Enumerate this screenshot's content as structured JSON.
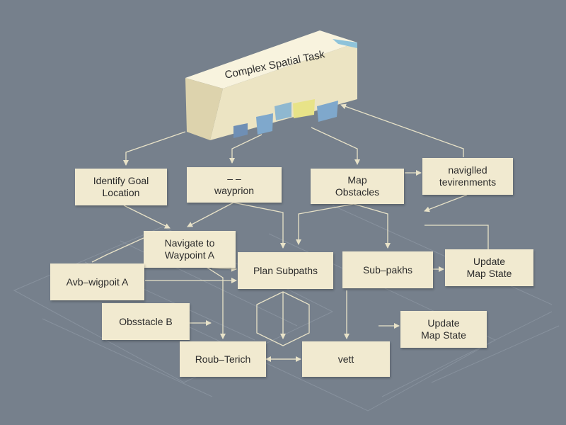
{
  "title": "Complex Spatial Task",
  "colors": {
    "background": "#76808c",
    "node": "#f1ead0",
    "line": "#e8e2c8",
    "grid": "#8c96a2"
  },
  "nodes": {
    "identify_goal": "Identify Goal\nLocation",
    "wayprion": "– –\nwayprion",
    "map_obstacles": "Map\nObstacles",
    "naviglled": "naviglled\ntevirenments",
    "navigate_waypoint_a": "Navigate to\nWaypoint A",
    "plan_subpaths": "Plan Subpaths",
    "sub_pakhs": "Sub–pakhs",
    "update_map_state_1": "Update\nMap State",
    "avb_wigpoit": "Avb–wigpoit A",
    "obsstacle_b": "Obsstacle B",
    "update_map_state_2": "Update\nMap State",
    "roub_terich": "Roub–Terich",
    "vett": "vett"
  }
}
